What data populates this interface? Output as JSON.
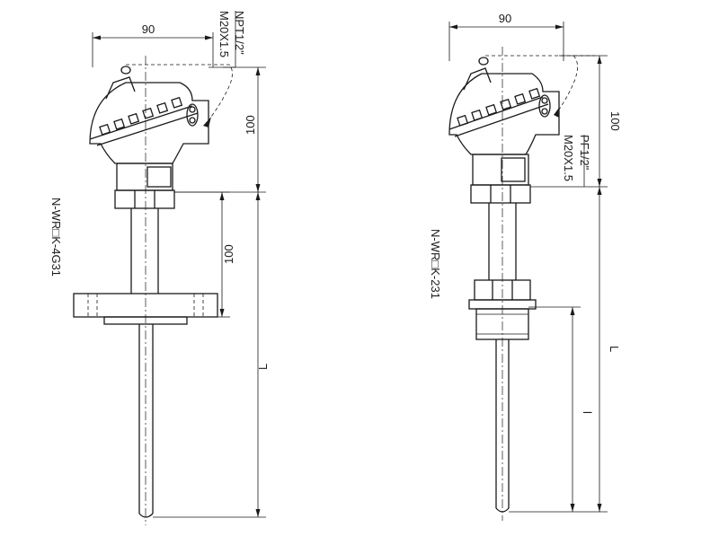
{
  "left": {
    "model": "N-WR□K-4G31",
    "dim_width": "90",
    "thread_top": "NPT1/2\"",
    "thread_bottom": "M20X1.5",
    "dim_head_height": "100",
    "dim_flange_offset": "100",
    "dim_length": "L"
  },
  "right": {
    "model": "N-WR□K-231",
    "dim_width": "90",
    "thread_top": "PF1/2\"",
    "thread_bottom": "M20X1.5",
    "dim_head_height": "100",
    "dim_length": "L",
    "dim_insertion": "l"
  }
}
